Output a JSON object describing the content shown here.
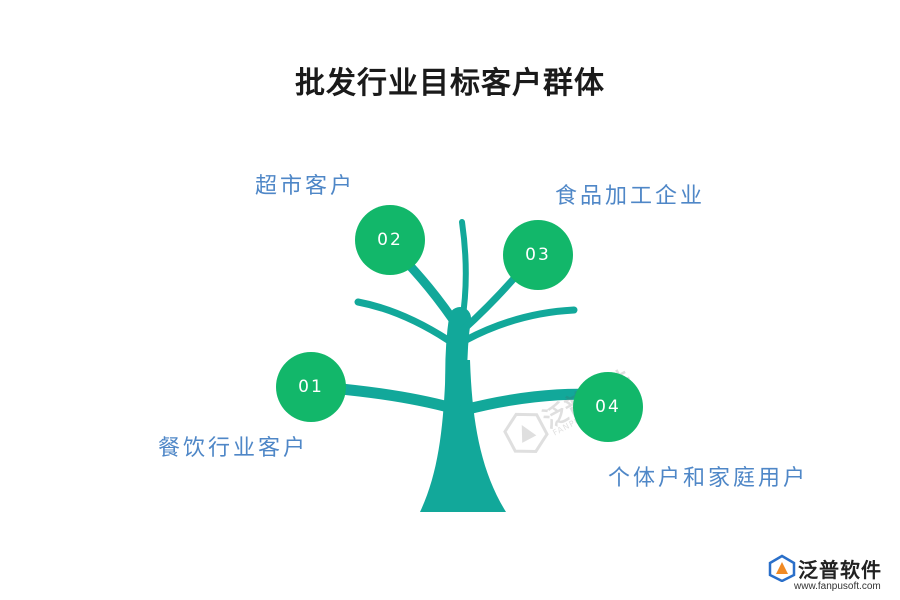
{
  "title": "批发行业目标客户群体",
  "colors": {
    "trunk": "#12a89a",
    "node": "#12b76a",
    "label": "#4f87c7"
  },
  "nodes": [
    {
      "number": "01",
      "label": "餐饮行业客户"
    },
    {
      "number": "02",
      "label": "超市客户"
    },
    {
      "number": "03",
      "label": "食品加工企业"
    },
    {
      "number": "04",
      "label": "个体户和家庭用户"
    }
  ],
  "watermark": {
    "text": "泛普软件",
    "sub": "FANPUSOFT"
  },
  "logo": {
    "name": "泛普软件",
    "url": "www.fanpusoft.com"
  }
}
